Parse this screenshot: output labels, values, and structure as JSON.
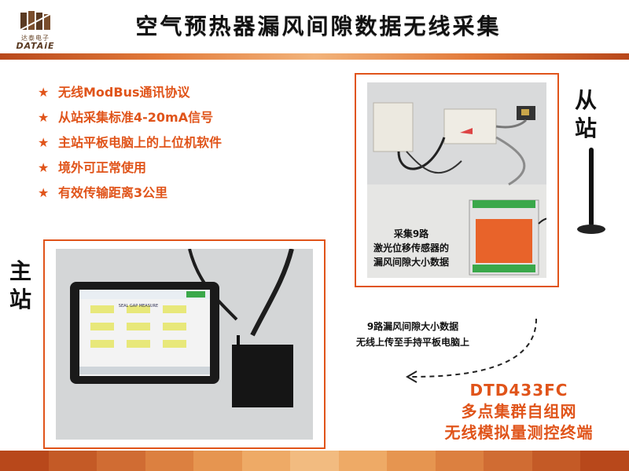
{
  "header": {
    "title": "空气预热器漏风间隙数据无线采集",
    "logo_cn": "达泰电子",
    "logo_en": "DATAiE"
  },
  "bullets": [
    {
      "star": "★",
      "text": "无线ModBus通讯协议"
    },
    {
      "star": "★",
      "text": "从站采集标准4-20mA信号"
    },
    {
      "star": "★",
      "text": "主站平板电脑上的上位机软件"
    },
    {
      "star": "★",
      "text": "境外可正常使用"
    },
    {
      "star": "★",
      "text": "有效传输距离3公里"
    }
  ],
  "labels": {
    "slave_line1": "从",
    "slave_line2": "站",
    "master_line1": "主",
    "master_line2": "站"
  },
  "captions": {
    "slave_line1": "采集9路",
    "slave_line2": "激光位移传感器的",
    "slave_line3": "漏风间隙大小数据",
    "transfer_line1": "9路漏风间隙大小数据",
    "transfer_line2": "无线上传至手持平板电脑上"
  },
  "product": {
    "model": "DTD433FC",
    "line2": "多点集群自组网",
    "line3": "无线模拟量测控终端"
  },
  "tablet": {
    "screen_title": "SEAL GAP MEASURE"
  },
  "colors": {
    "accent": "#e0541a",
    "title_text": "#111111"
  },
  "footer_colors": [
    "#b8481b",
    "#c45a26",
    "#d06c33",
    "#dc8040",
    "#e69550",
    "#eeaa66",
    "#f2bb80",
    "#eeaa66",
    "#e69550",
    "#dc8040",
    "#d06c33",
    "#c45a26",
    "#b8481b"
  ]
}
